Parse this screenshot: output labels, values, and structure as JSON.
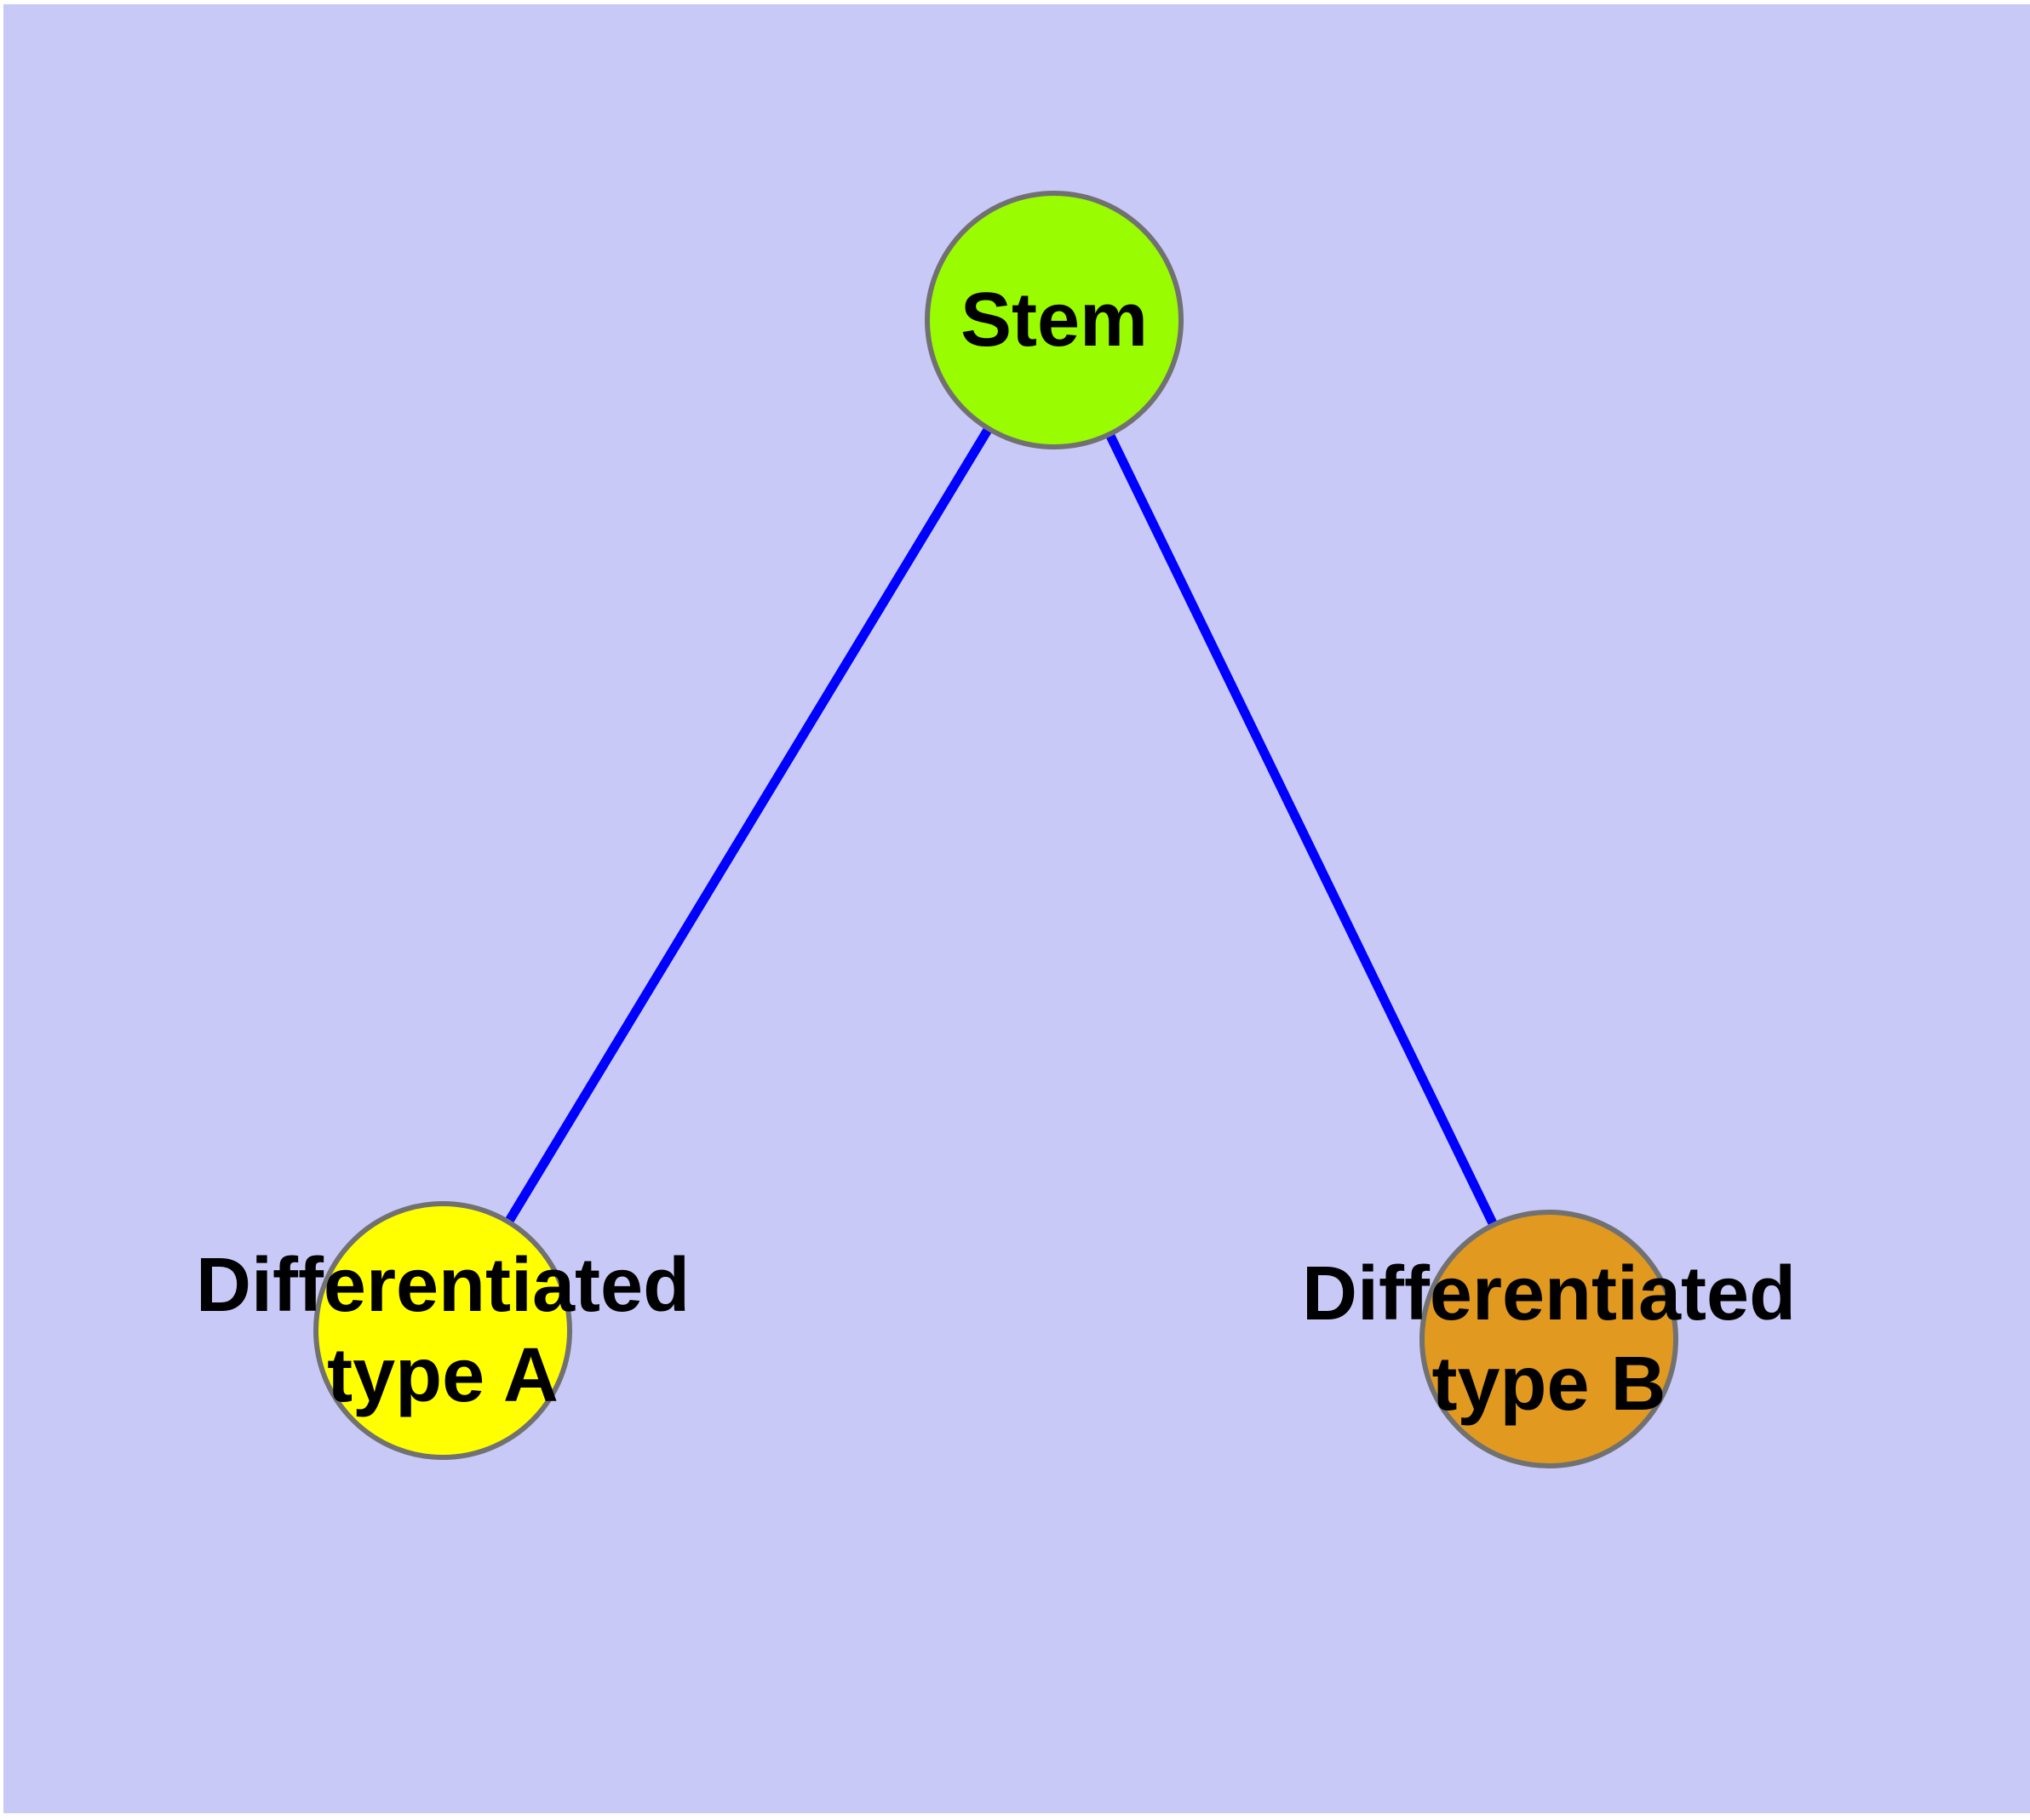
{
  "diagram": {
    "background_color": "#c9c9f8",
    "margin_color": "#ffffff",
    "text_color": "#000000",
    "edge_color": "#0000ff",
    "node_border_color": "#717171",
    "nodes": [
      {
        "id": "stem",
        "label": "Stem",
        "fill": "#9afc00"
      },
      {
        "id": "differentiated-type-a",
        "label_line1": "Differentiated",
        "label_line2": "type A",
        "fill": "#ffff00"
      },
      {
        "id": "differentiated-type-b",
        "label_line1": "Differentiated",
        "label_line2": "type B",
        "fill": "#e2991f"
      }
    ],
    "edges": [
      {
        "from": "stem",
        "to": "differentiated-type-a"
      },
      {
        "from": "stem",
        "to": "differentiated-type-b"
      }
    ]
  }
}
